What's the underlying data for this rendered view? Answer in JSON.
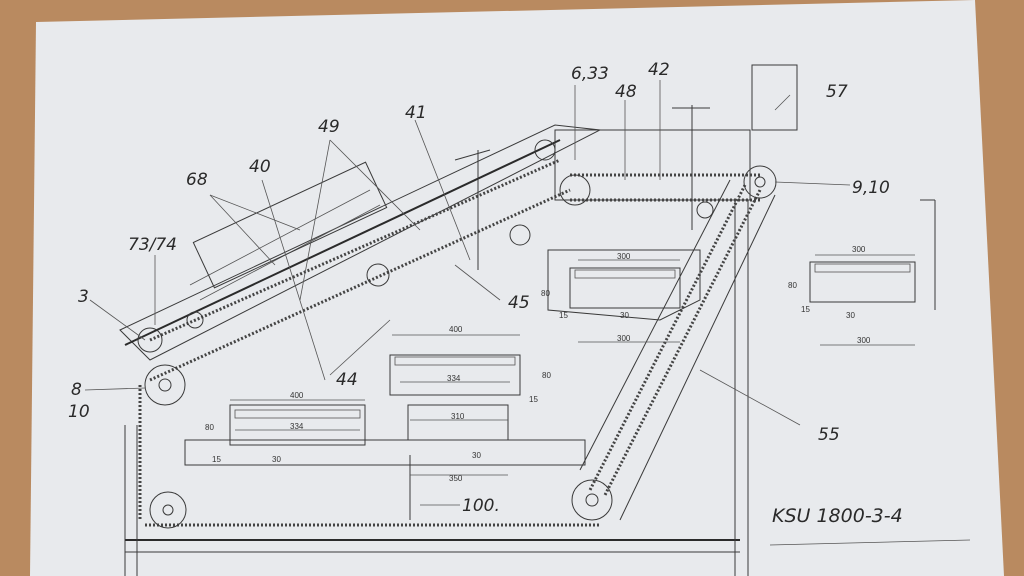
{
  "colors": {
    "desk": "#b9875c",
    "paper": "#e9ebee",
    "ink": "#2a2a2a"
  },
  "labels": {
    "l1": "6,33",
    "l2": "42",
    "l3": "48",
    "l4": "57",
    "l5": "49",
    "l6": "41",
    "l7": "68",
    "l8": "40",
    "l9": "73/74",
    "l10": "3",
    "l11": "8",
    "l12": "10",
    "l13": "9,10",
    "l14": "45",
    "l15": "44",
    "l16": "55",
    "l17": "100."
  },
  "dimensions": {
    "d1": "300",
    "d2": "300",
    "d3": "300",
    "d4": "300",
    "d5": "400",
    "d6": "400",
    "d7": "334",
    "d8": "334",
    "d9": "310",
    "d10": "350",
    "d11": "80",
    "d12": "15",
    "d13": "80",
    "d14": "15",
    "d15": "80",
    "d16": "15",
    "d17": "80",
    "d18": "15",
    "d19": "30",
    "d20": "30",
    "d21": "30",
    "d22": "30"
  },
  "title_block": {
    "code": "KSU 1800-3-4"
  }
}
